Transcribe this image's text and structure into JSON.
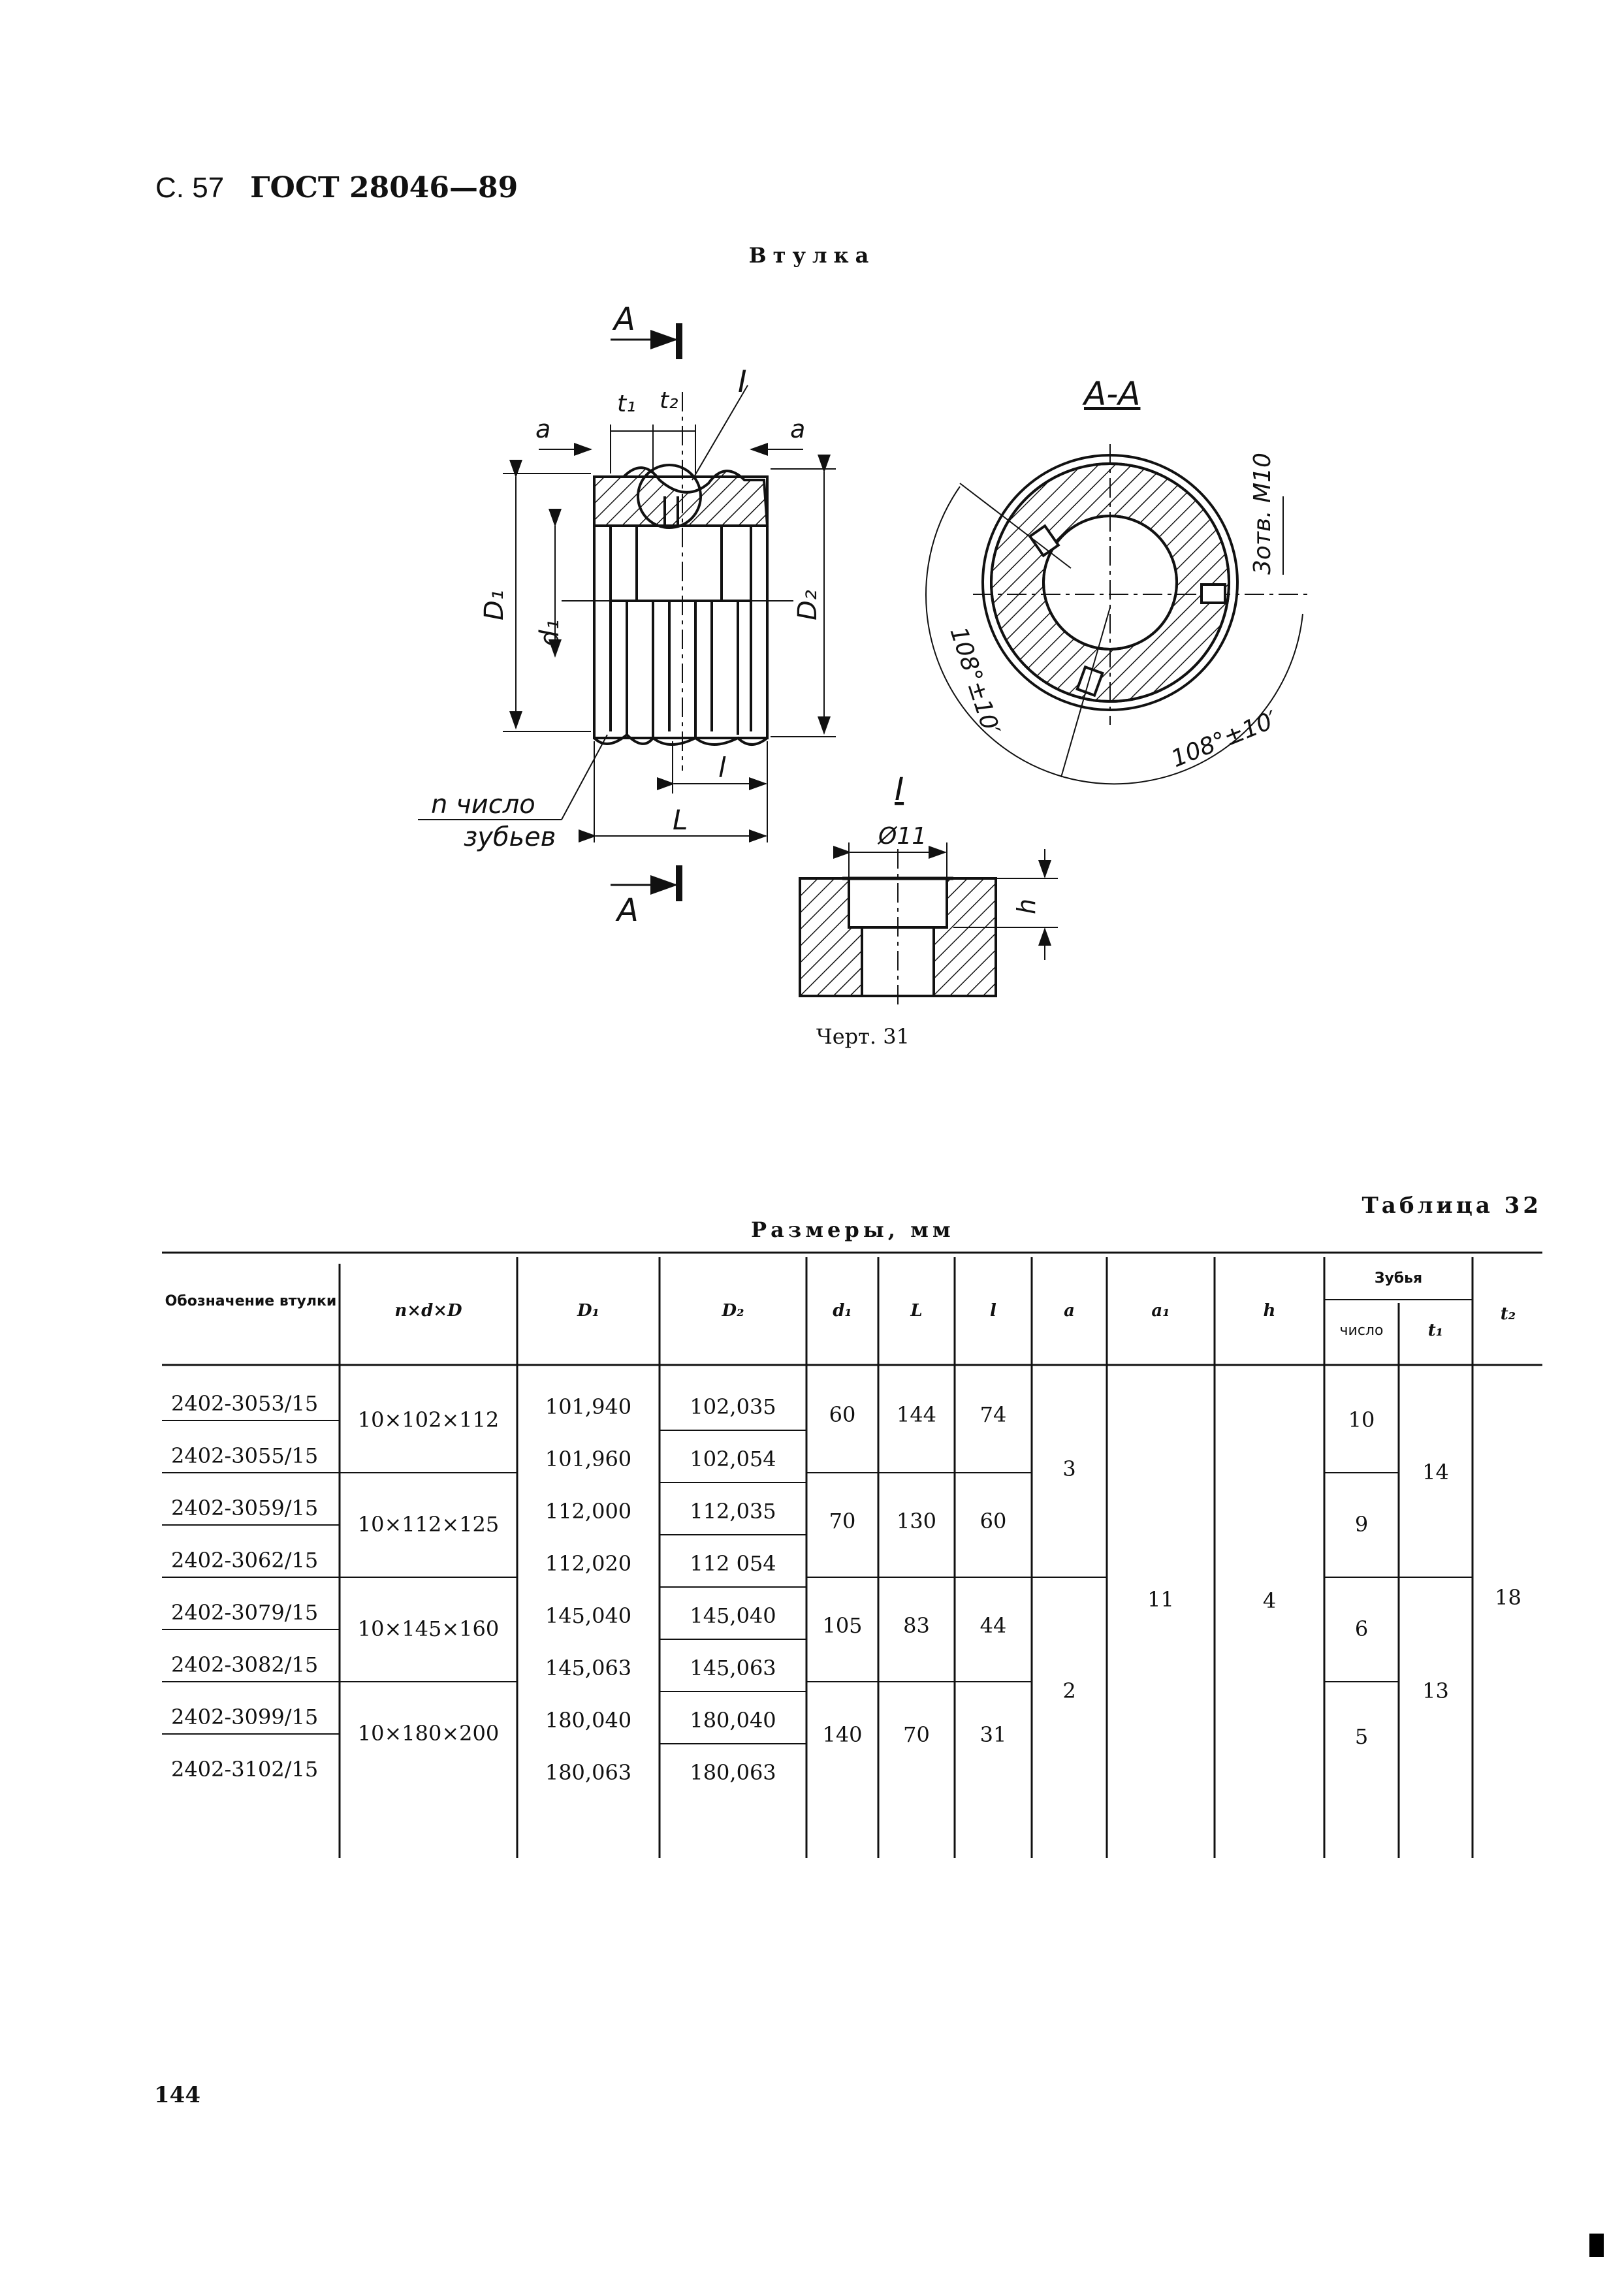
{
  "header": {
    "page": "С. 57",
    "standard": "ГОСТ 28046—89"
  },
  "title": "Втулка",
  "drawing": {
    "labels": {
      "section_top": "А",
      "section_bottom": "А",
      "section_view": "А-А",
      "detail_mark": "I",
      "detail_title": "I",
      "a_left": "a",
      "a_right": "a",
      "t1": "t₁",
      "t2": "t₂",
      "D1": "D₁",
      "d1": "d₁",
      "D2": "D₂",
      "l": "l",
      "L": "L",
      "teeth_1": "n  число",
      "teeth_2": "зубьев",
      "holes": "3отв. М10",
      "angle_left": "108°±10′",
      "angle_right": "108°±10′",
      "dia": "Ø11",
      "h": "h"
    }
  },
  "caption": "Черт. 31",
  "table_number": "Таблица 32",
  "units": "Размеры, мм",
  "table": {
    "headers": {
      "designation": "Обозначение втулки",
      "nxdxD": "n×d×D",
      "D1": "D₁",
      "D2": "D₂",
      "d1": "d₁",
      "L": "L",
      "l": "l",
      "a": "a",
      "a1": "a₁",
      "h": "h",
      "teeth": "Зубья",
      "count": "число",
      "t1": "t₁",
      "t2": "t₂"
    },
    "designations": [
      "2402-3053/15",
      "2402-3055/15",
      "2402-3059/15",
      "2402-3062/15",
      "2402-3079/15",
      "2402-3082/15",
      "2402-3099/15",
      "2402-3102/15"
    ],
    "D1": [
      "101,940",
      "101,960",
      "112,000",
      "112,020",
      "145,040",
      "145,063",
      "180,040",
      "180,063"
    ],
    "D2": [
      "102,035",
      "102,054",
      "112,035",
      "112 054",
      "145,040",
      "145,063",
      "180,040",
      "180,063"
    ],
    "groups": [
      {
        "nxdxD": "10×102×112",
        "d1": "60",
        "L": "144",
        "l": "74"
      },
      {
        "nxdxD": "10×112×125",
        "d1": "70",
        "L": "130",
        "l": "60"
      },
      {
        "nxdxD": "10×145×160",
        "d1": "105",
        "L": "83",
        "l": "44"
      },
      {
        "nxdxD": "10×180×200",
        "d1": "140",
        "L": "70",
        "l": "31"
      }
    ],
    "a": [
      "3",
      "2"
    ],
    "a1": "11",
    "h": "4",
    "teeth_count": [
      "10",
      "9",
      "6",
      "5"
    ],
    "t1": [
      "14",
      "13"
    ],
    "t2": "18"
  },
  "page_number": "144"
}
